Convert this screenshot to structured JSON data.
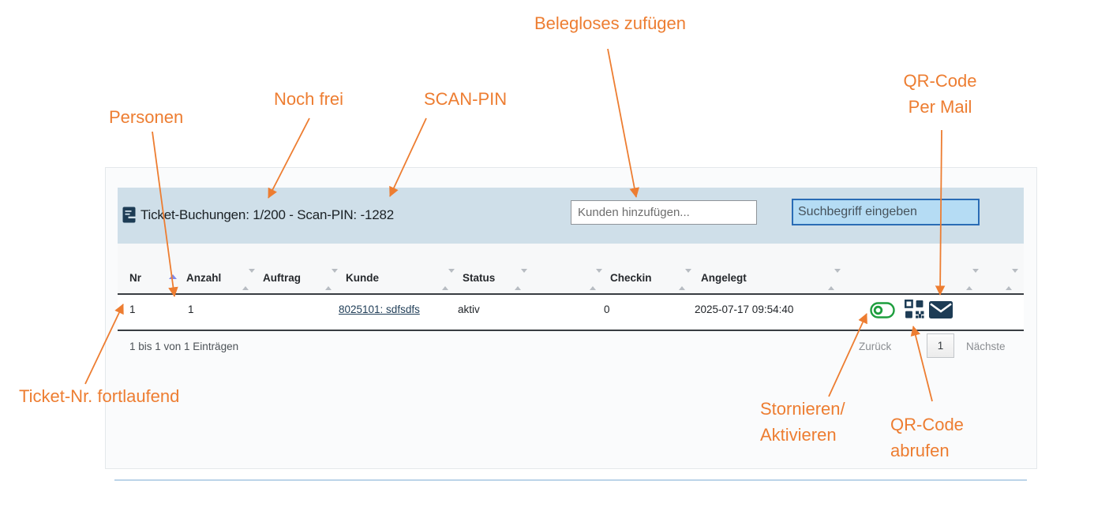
{
  "annotations": {
    "color": "#ED7D31",
    "belegloses": "Belegloses zufügen",
    "qr_mail_line1": "QR-Code",
    "qr_mail_line2": "Per Mail",
    "noch_frei": "Noch frei",
    "scan_pin": "SCAN-PIN",
    "personen": "Personen",
    "ticket_nr": "Ticket-Nr. fortlaufend",
    "stornieren_line1": "Stornieren/",
    "stornieren_line2": "Aktivieren",
    "qr_abrufen_line1": "QR-Code",
    "qr_abrufen_line2": "abrufen"
  },
  "panel": {
    "header": {
      "icon": "ticket-document-icon",
      "title": "Ticket-Buchungen: 1/200 - Scan-PIN: -1282",
      "customer_placeholder": "Kunden hinzufügen...",
      "search_value": "Suchbegriff eingeben"
    },
    "table": {
      "columns": [
        "Nr",
        "Anzahl",
        "Auftrag",
        "Kunde",
        "Status",
        "Checkin",
        "Angelegt"
      ],
      "sorted_column": "Nr",
      "sort_direction": "asc",
      "row": {
        "nr": "1",
        "anzahl": "1",
        "auftrag": "",
        "kunde": "8025101: sdfsdfs",
        "status": "aktiv",
        "checkin": "0",
        "angelegt": "2025-07-17 09:54:40",
        "action_icons": [
          "toggle-status-icon",
          "qr-code-icon",
          "mail-icon"
        ]
      }
    },
    "footer": {
      "info": "1 bis 1 von 1 Einträgen",
      "prev_label": "Zurück",
      "current_page": "1",
      "next_label": "Nächste"
    }
  },
  "colors": {
    "header_bar": "#cfdfe9",
    "icon_navy": "#1d3c55",
    "toggle_green": "#1e9e3e",
    "search_fill": "#b5dcf4",
    "search_border": "#2a6cb5"
  }
}
